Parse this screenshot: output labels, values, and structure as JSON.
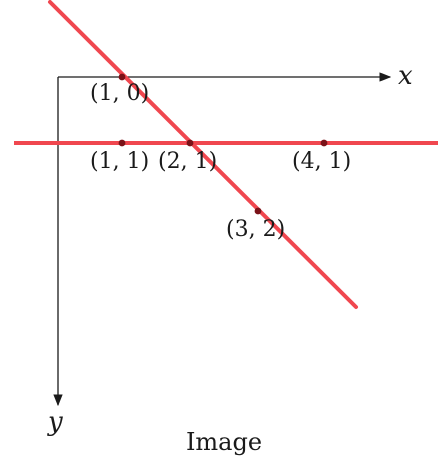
{
  "diagram": {
    "caption": "Image",
    "axes": {
      "x_label": "x",
      "y_label": "y"
    },
    "colors": {
      "axis": "#1a1a1a",
      "line": "#f0474f",
      "point": "#7a1218",
      "text": "#1a1a1a"
    },
    "points": [
      {
        "id": "p10",
        "label": "(1, 0)"
      },
      {
        "id": "p11",
        "label": "(1, 1)"
      },
      {
        "id": "p21",
        "label": "(2, 1)"
      },
      {
        "id": "p41",
        "label": "(4, 1)"
      },
      {
        "id": "p32",
        "label": "(3, 2)"
      }
    ]
  }
}
